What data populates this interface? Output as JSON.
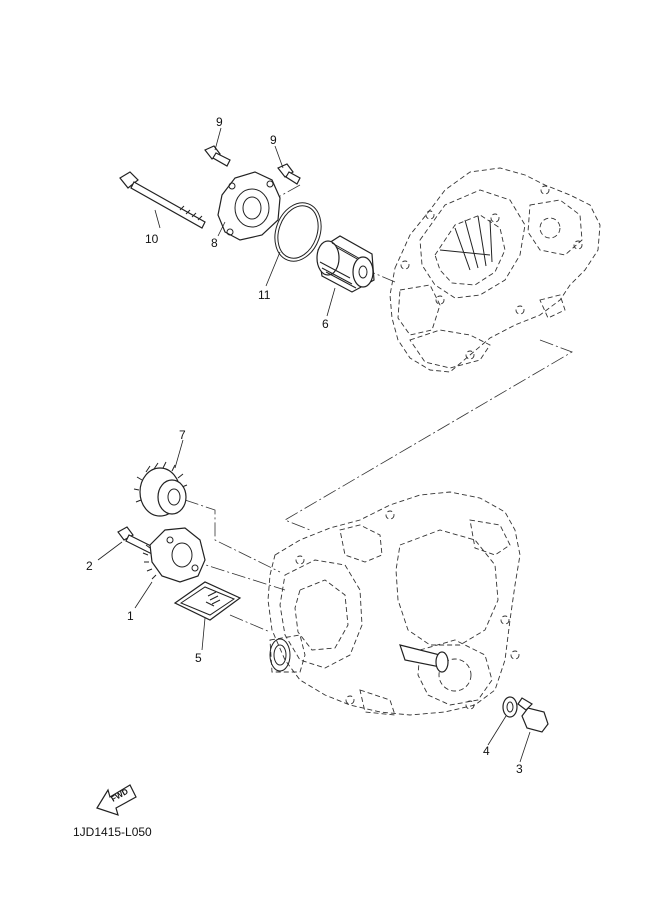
{
  "diagram_code": "1JD1415-L050",
  "fwd_label": "FWD",
  "callouts": [
    {
      "id": "p1",
      "number": "1"
    },
    {
      "id": "p2",
      "number": "2"
    },
    {
      "id": "p3",
      "number": "3"
    },
    {
      "id": "p4",
      "number": "4"
    },
    {
      "id": "p5",
      "number": "5"
    },
    {
      "id": "p6",
      "number": "6"
    },
    {
      "id": "p7",
      "number": "7"
    },
    {
      "id": "p8",
      "number": "8"
    },
    {
      "id": "p9a",
      "number": "9"
    },
    {
      "id": "p9b",
      "number": "9"
    },
    {
      "id": "p10",
      "number": "10"
    },
    {
      "id": "p11",
      "number": "11"
    }
  ]
}
